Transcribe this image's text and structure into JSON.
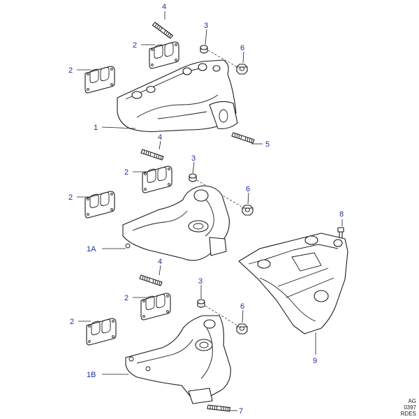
{
  "callouts": {
    "c1": "1",
    "c1a": "1A",
    "c1b": "1B",
    "c2": "2",
    "c3": "3",
    "c4": "4",
    "c5": "5",
    "c6": "6",
    "c7": "7",
    "c8": "8",
    "c9": "9"
  },
  "reference": {
    "line1": "AG",
    "line2": "0397",
    "line3": "RDES"
  },
  "colors": {
    "callout_text": "#1f2fa0",
    "line_art": "#1a1a1a"
  }
}
